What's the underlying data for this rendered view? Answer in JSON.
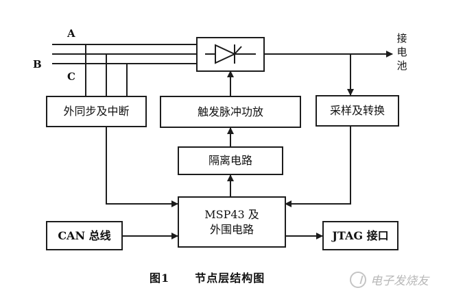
{
  "phases": {
    "a": "A",
    "b": "B",
    "c": "C"
  },
  "output": {
    "label_chars": [
      "接",
      "电",
      "池"
    ]
  },
  "blocks": {
    "sync_interrupt": "外同步及中断",
    "trigger_amp": "触发脉冲功放",
    "sample_convert": "采样及转换",
    "isolation": "隔离电路",
    "mcu_line1": "MSP43 及",
    "mcu_line2": "外围电路",
    "can_bus": "CAN 总线",
    "jtag": "JTAG 接口"
  },
  "caption": {
    "figure": "图1",
    "title": "节点层结构图"
  },
  "watermark": {
    "text": "电子发烧友"
  },
  "colors": {
    "line": "#1c1c1c",
    "watermark": "#bdbdbd"
  }
}
